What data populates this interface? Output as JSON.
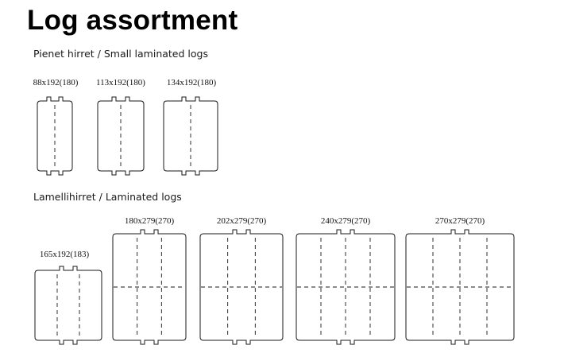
{
  "title": "Log assortment",
  "small_section": {
    "heading": "Pienet hirret / Small laminated logs",
    "logs": [
      {
        "label": "88x192(180)",
        "vertical_seams": 1,
        "horizontal_seam": false
      },
      {
        "label": "113x192(180)",
        "vertical_seams": 1,
        "horizontal_seam": false
      },
      {
        "label": "134x192(180)",
        "vertical_seams": 1,
        "horizontal_seam": false
      }
    ]
  },
  "laminated_section": {
    "heading": "Lamellihirret / Laminated logs",
    "logs": [
      {
        "label": "165x192(183)",
        "vertical_seams": 2,
        "horizontal_seam": false
      },
      {
        "label": "180x279(270)",
        "vertical_seams": 2,
        "horizontal_seam": true
      },
      {
        "label": "202x279(270)",
        "vertical_seams": 2,
        "horizontal_seam": true
      },
      {
        "label": "240x279(270)",
        "vertical_seams": 3,
        "horizontal_seam": true
      },
      {
        "label": "270x279(270)",
        "vertical_seams": 3,
        "horizontal_seam": true
      }
    ]
  }
}
